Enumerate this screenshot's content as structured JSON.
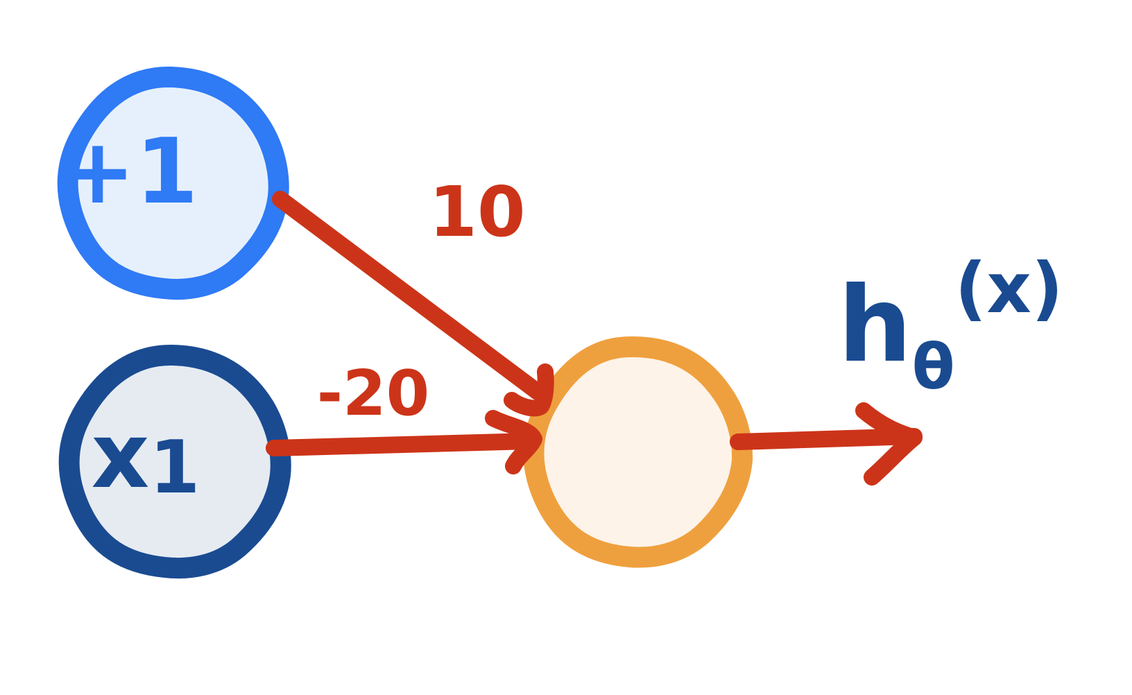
{
  "nodes": {
    "bias": {
      "label": "+1"
    },
    "input": {
      "label": "x",
      "subscript": "1"
    },
    "output": {
      "label": ""
    }
  },
  "weights": {
    "bias_to_output": "10",
    "input_to_output": "-20"
  },
  "output_label": {
    "h": "h",
    "theta": "θ",
    "arg": "(x)"
  },
  "colors": {
    "bias_ring": "#2f7af5",
    "bias_fill": "#e6f0fc",
    "input_ring": "#1a4b91",
    "input_fill": "#e6ebf2",
    "output_ring": "#efa03e",
    "output_fill": "#fdf3e8",
    "arrow": "#cc3419",
    "output_text": "#1a4b91"
  }
}
